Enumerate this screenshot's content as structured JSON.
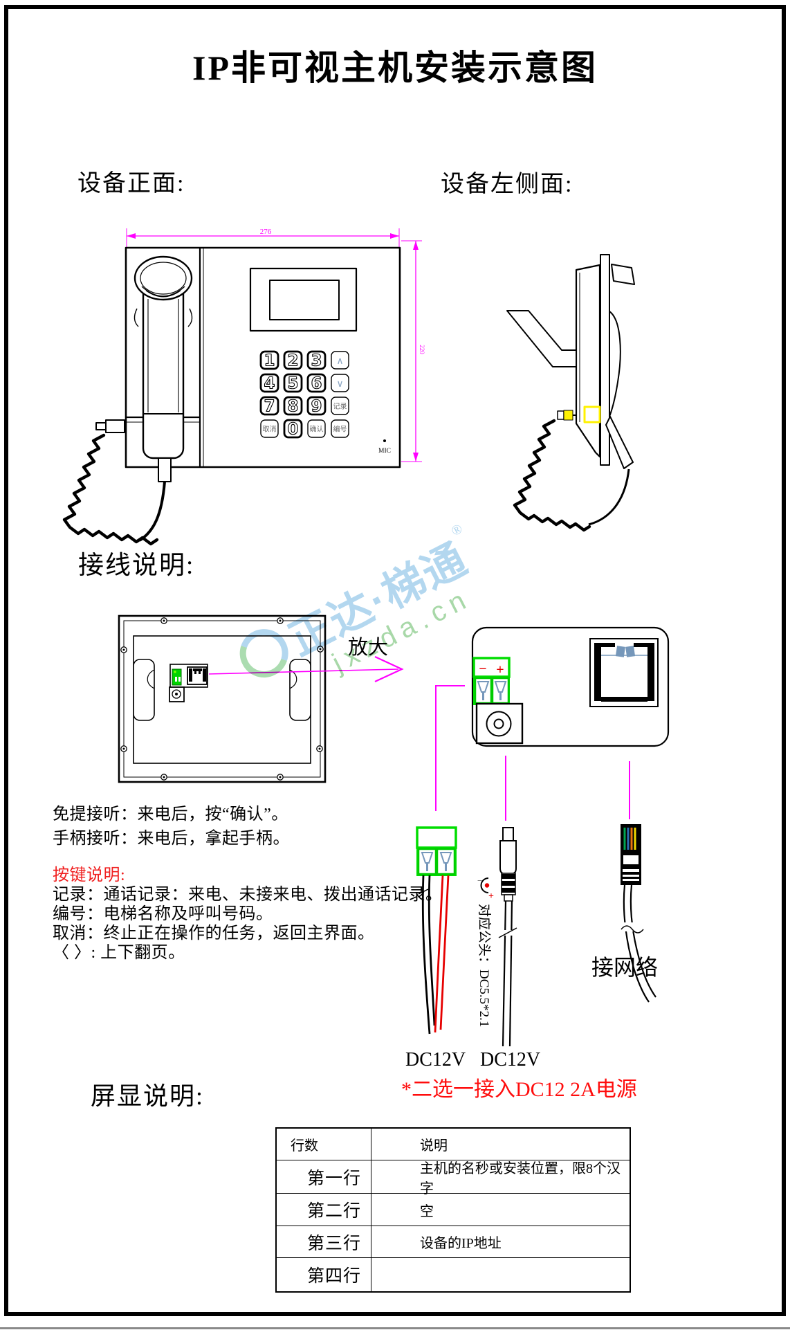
{
  "page": {
    "title": "IP非可视主机安装示意图",
    "front_label": "设备正面:",
    "side_label": "设备左侧面:",
    "wiring_label": "接线说明:",
    "screen_label": "屏显说明:"
  },
  "front_view": {
    "width_dim": "276",
    "height_dim": "220",
    "mic_label": "MIC",
    "keys": [
      "1",
      "2",
      "3",
      "∧",
      "4",
      "5",
      "6",
      "∨",
      "7",
      "8",
      "9",
      "记录",
      "取消",
      "0",
      "确认",
      "编号"
    ]
  },
  "wiring": {
    "zoom_label": "放大",
    "terminal_minus": "−",
    "terminal_plus": "+",
    "plug_polarity_minus": "−",
    "plug_polarity_plus": "+",
    "male_plug_note": "对应公头：DC5.5*2.1",
    "network_label": "接网络",
    "dc_label_left": "DC12V",
    "dc_label_right": "DC12V",
    "power_note": "*二选一接入DC12 2A电源"
  },
  "instructions": {
    "handsfree": "免提接听：来电后，按“确认”。",
    "handset": "手柄接听：来电后，拿起手柄。",
    "keys_heading": "按键说明:",
    "record": "记录：通话记录：来电、未接来电、拨出通话记录。",
    "number": "编号：电梯名称及呼叫号码。",
    "cancel": "取消：终止正在操作的任务，返回主界面。",
    "paging": "〈 〉:  上下翻页。"
  },
  "screen_table": {
    "headers": [
      "行数",
      "说明"
    ],
    "rows": [
      {
        "line": "第一行",
        "desc": "主机的名秒或安装位置，限8个汉字"
      },
      {
        "line": "第二行",
        "desc": "空"
      },
      {
        "line": "第三行",
        "desc": "设备的IP地址"
      },
      {
        "line": "第四行",
        "desc": ""
      }
    ]
  },
  "watermark": {
    "brand": "正达·梯通",
    "reg": "®",
    "domain": "jxzda.cn"
  },
  "colors": {
    "dimension_magenta": "#ff00ff",
    "connector_green": "#00dd00",
    "wire_red": "#e60000",
    "note_red": "#ff0d0d",
    "heading_red": "#f02020",
    "highlight_yellow": "#fff200",
    "pin_blue": "#7597ba",
    "watermark_blue": "#abd3ee",
    "watermark_green": "#9fd49f"
  }
}
